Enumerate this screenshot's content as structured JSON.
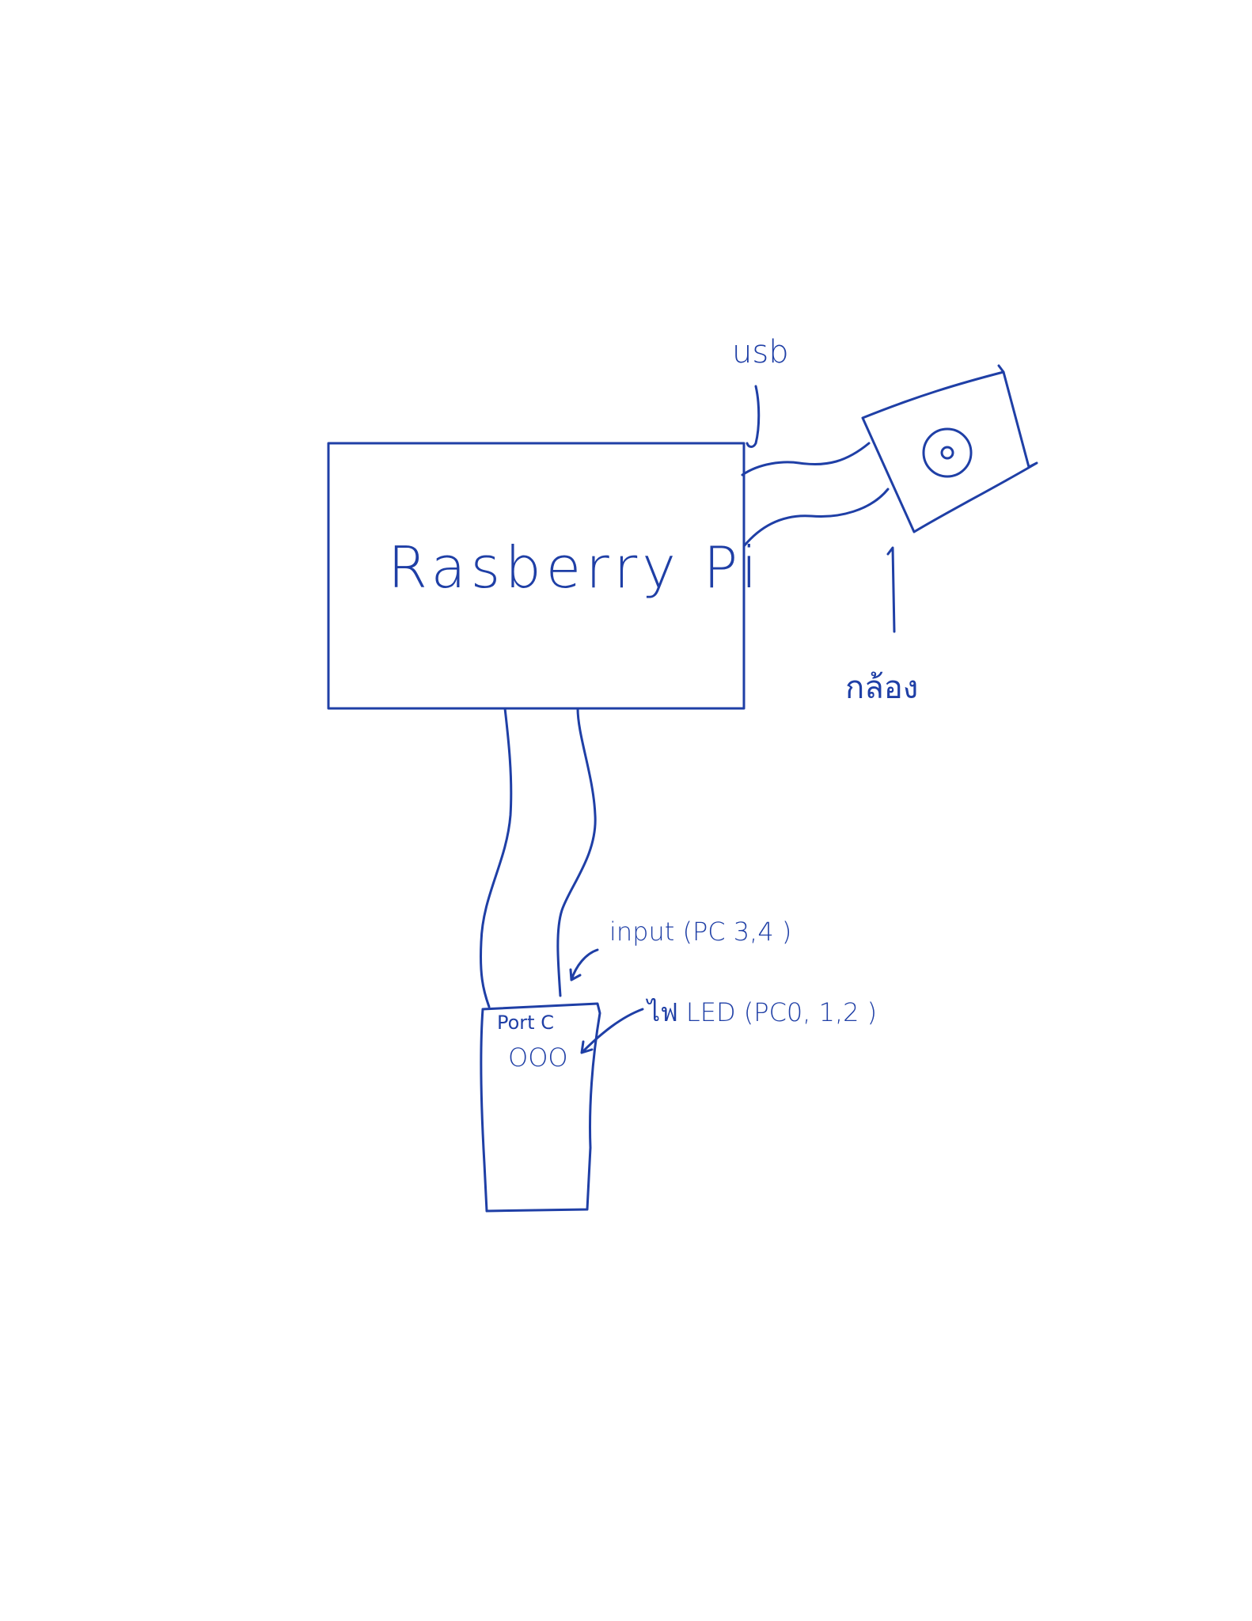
{
  "diagram": {
    "nodes": {
      "raspberry_pi": {
        "label": "Rasberry Pi"
      },
      "camera": {
        "label": "กล้อง"
      },
      "port_c_board": {
        "label": "Port C",
        "leds": "OOO"
      }
    },
    "annotations": {
      "usb": "usb",
      "input": "input (PC 3,4 )",
      "led": "ไฟ LED (PC0, 1,2 )"
    },
    "ink_color": "#1f3fa6"
  }
}
